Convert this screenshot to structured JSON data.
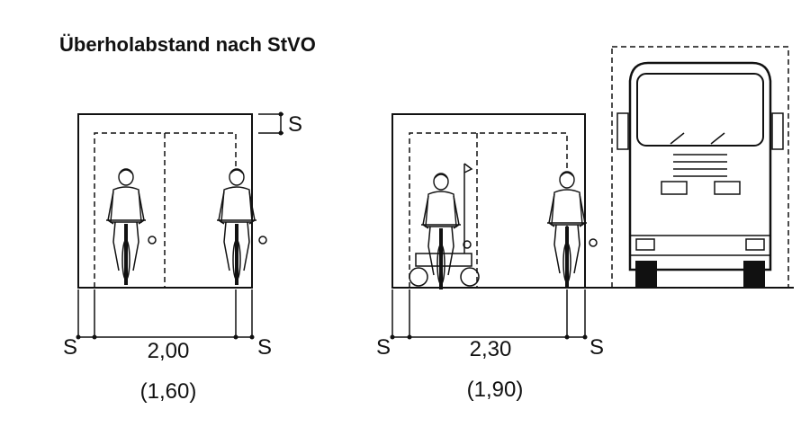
{
  "title": "Überholabstand nach StVO",
  "safety_margin_label": "S",
  "left_scene": {
    "width_label": "2,00",
    "min_width_label": "(1,60)",
    "left_margin_label": "S",
    "right_margin_label": "S"
  },
  "right_scene": {
    "width_label": "2,30",
    "min_width_label": "(1,90)",
    "left_margin_label": "S",
    "right_margin_label": "S"
  }
}
